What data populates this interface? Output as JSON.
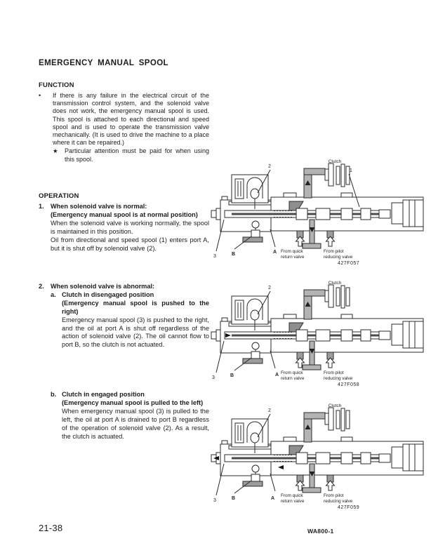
{
  "page": {
    "title": "EMERGENCY MANUAL SPOOL",
    "footer_left": "21-38",
    "footer_right": "WA800-1"
  },
  "function": {
    "heading": "FUNCTION",
    "bullet_glyph": "•",
    "bullet": "If there is any failure in the electrical circuit of the transmission control system, and the solenoid valve does not work, the emergency manual spool is used. This spool is attached to each directional and speed spool and is used to operate the transmission valve mechanically. (It is used to drive the machine to a place where it can be repaired.)",
    "star_glyph": "★",
    "note": "Particular attention must be paid for when using this spool."
  },
  "operation": {
    "heading": "OPERATION",
    "item1": {
      "num": "1.",
      "title": "When solenoid valve is normal:",
      "subtitle": "(Emergency manual spool is at normal position)",
      "body": "When the solenoid valve is working normally, the spool is maintained in this position.\nOil from directional and speed spool (1) enters port A, but it is shut off by solenoid valve (2)."
    },
    "item2": {
      "num": "2.",
      "title": "When solenoid valve is abnormal:",
      "a": {
        "num": "a.",
        "title": "Clutch in disengaged position",
        "subtitle": "(Emergency manual spool is pushed to the right)",
        "body": "Emergency manual spool (3) is pushed to the right, and the oil at port A is shut off regardless of the action of solenoid valve (2). The oil cannot flow to port B, so the clutch is not actuated."
      },
      "b": {
        "num": "b.",
        "title": "Clutch in engaged position",
        "subtitle": "(Emergency manual spool is pulled to the left)",
        "body": "When emergency manual spool (3) is pulled to the left, the oil at port A is drained to port B regardless of the operation of solenoid valve (2). As a result, the clutch is actuated."
      }
    }
  },
  "figures": [
    {
      "clutch": "Clutch",
      "n1": "1",
      "n2": "2",
      "n3": "3",
      "port_b": "B",
      "port_a": "A",
      "quick1": "From quick",
      "quick2": "return valve",
      "pilot1": "From pilot",
      "pilot2": "reducing valve",
      "fig_no": "427F057"
    },
    {
      "clutch": "Clutch",
      "n2": "2",
      "n3": "3",
      "port_b": "B",
      "port_a": "A",
      "quick1": "From quick",
      "quick2": "return valve",
      "pilot1": "From pilot",
      "pilot2": "reducing valve",
      "fig_no": "427F058"
    },
    {
      "clutch": "Clutch",
      "n2": "2",
      "n3": "3",
      "port_b": "B",
      "port_a": "A",
      "quick1": "From quick",
      "quick2": "return valve",
      "pilot1": "From pilot",
      "pilot2": "reducing valve",
      "fig_no": "427F059"
    }
  ]
}
